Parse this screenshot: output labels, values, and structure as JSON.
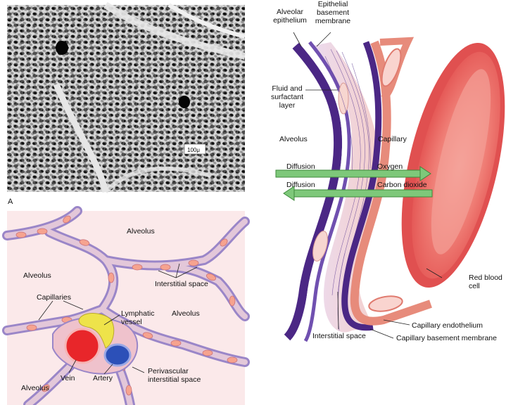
{
  "micrograph": {
    "scale_bar": "100μ",
    "panel_letter": "A"
  },
  "tissue_panel": {
    "alveolus_top": "Alveolus",
    "alveolus_left": "Alveolus",
    "alveolus_right": "Alveolus",
    "alveolus_bottom": "Alveolus",
    "capillaries": "Capillaries",
    "interstitial_space": "Interstitial space",
    "lymphatic_vessel_line1": "Lymphatic",
    "lymphatic_vessel_line2": "vessel",
    "vein": "Vein",
    "artery": "Artery",
    "perivascular_line1": "Perivascular",
    "perivascular_line2": "interstitial space"
  },
  "membrane_panel": {
    "alveolar_epithelium_line1": "Alveolar",
    "alveolar_epithelium_line2": "epithelium",
    "epithelial_basement_line1": "Epithelial",
    "epithelial_basement_line2": "basement",
    "epithelial_basement_line3": "membrane",
    "fluid_line1": "Fluid and",
    "fluid_line2": "surfactant",
    "fluid_line3": "layer",
    "alveolus": "Alveolus",
    "capillary": "Capillary",
    "diffusion_1": "Diffusion",
    "oxygen": "Oxygen",
    "diffusion_2": "Diffusion",
    "carbon_dioxide": "Carbon dioxide",
    "red_blood_cell_line1": "Red blood",
    "red_blood_cell_line2": "cell",
    "interstitial_space": "Interstitial space",
    "capillary_endothelium": "Capillary endothelium",
    "capillary_basement_membrane": "Capillary basement membrane"
  },
  "colors": {
    "oxygen_arrow": "#7ec87a",
    "co2_arrow": "#7ec87a",
    "rbc": "#e8585a",
    "membrane_purple": "#5a2a8a",
    "vein": "#e8262a",
    "artery": "#2c50b8",
    "lymphatic": "#eee34a"
  }
}
